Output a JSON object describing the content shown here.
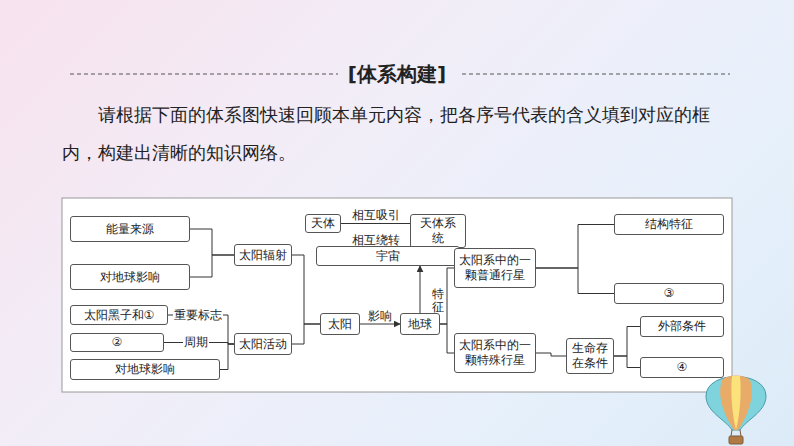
{
  "diagram": {
    "title": "[体系构建]",
    "nodes": [
      {
        "text": [
          "能量来源"
        ]
      },
      {
        "text": [
          "对地球影响"
        ]
      },
      {
        "text": [
          "太阳辐射"
        ]
      },
      {
        "text": [
          "天体"
        ]
      },
      {
        "text": [
          "天体系统"
        ]
      },
      {
        "text": [
          "宇宙"
        ]
      },
      {
        "text": [
          "太阳黑子和①"
        ]
      },
      {
        "text": [
          "②"
        ]
      },
      {
        "text": [
          "对地球影响"
        ]
      },
      {
        "text": [
          "太阳活动"
        ]
      },
      {
        "text": [
          "太阳"
        ]
      },
      {
        "text": [
          "地球"
        ]
      },
      {
        "text": [
          "太阳系中的一颗普通行星"
        ]
      },
      {
        "text": [
          "结构特征"
        ]
      },
      {
        "text": [
          "③"
        ]
      },
      {
        "text": [
          "太阳系中的一颗特殊行星"
        ]
      },
      {
        "text": [
          "生命存在条件"
        ]
      },
      {
        "text": [
          "外部条件"
        ]
      },
      {
        "text": [
          "④"
        ]
      }
    ],
    "edges": [
      {
        "from": 0,
        "to": 2,
        "arrow": "none"
      },
      {
        "from": 1,
        "to": 2,
        "arrow": "none"
      },
      {
        "from": 3,
        "to": 4,
        "label": "相互吸引",
        "arrow": "none"
      },
      {
        "from": 11,
        "to": 5,
        "arrow": "to"
      },
      {
        "from": 6,
        "to": 9,
        "label": "重要标志",
        "arrow": "none"
      },
      {
        "from": 7,
        "to": 9,
        "label": "周期",
        "arrow": "none"
      },
      {
        "from": 8,
        "to": 9,
        "arrow": "none"
      },
      {
        "from": 2,
        "to": 10,
        "arrow": "none"
      },
      {
        "from": 9,
        "to": 10,
        "arrow": "none"
      },
      {
        "from": 10,
        "to": 11,
        "label": "影响",
        "arrow": "to"
      },
      {
        "from": 11,
        "to": 12,
        "arrow": "none"
      },
      {
        "from": 11,
        "to": 15,
        "arrow": "none"
      },
      {
        "from": 12,
        "to": 13,
        "arrow": "none"
      },
      {
        "from": 12,
        "to": 14,
        "arrow": "none"
      },
      {
        "from": 15,
        "to": 16,
        "arrow": "none"
      },
      {
        "from": 16,
        "to": 17,
        "arrow": "none"
      },
      {
        "from": 16,
        "to": 18,
        "arrow": "none"
      }
    ],
    "labels": [
      "请根据下面的体系图快速回顾本单元内容，把各序号代表的含义填到对应的框内，构建出清晰的知识网络。",
      "相互绕转",
      "特征"
    ]
  }
}
